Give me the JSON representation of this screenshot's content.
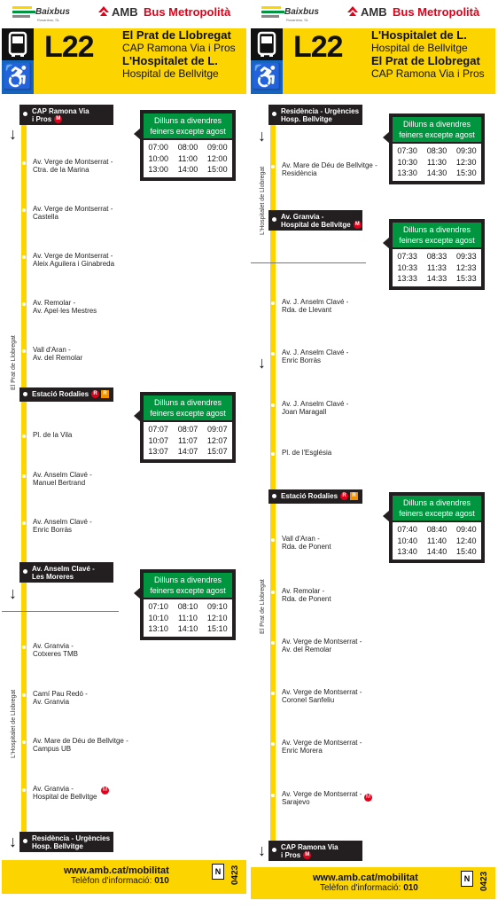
{
  "brand": {
    "operator": "Baixbus",
    "operator_sub": "Rosanbus, SL",
    "amb": "AMB",
    "network": "Bus Metropolità"
  },
  "colors": {
    "yellow": "#fcd500",
    "green": "#009640",
    "black": "#231f20",
    "red": "#e2001a",
    "blue": "#1565c0"
  },
  "icons": {
    "bus": "bus-icon",
    "wheelchair": "wheelchair-icon",
    "metro": "metro-icon",
    "rodalies": "rodalies-icon"
  },
  "left": {
    "line": "L22",
    "header": [
      "El Prat de Llobregat",
      "CAP Ramona Via i Pros",
      "L'Hospitalet de L.",
      "Hospital de Bellvitge"
    ],
    "side_top": "El Prat de Llobregat",
    "side_bottom": "L'Hospitalet de Llobregat",
    "start": "CAP Ramona Via\ni Pros",
    "stops_a": [
      "Av. Verge de Montserrat -\nCtra. de la Marina",
      "Av. Verge de Montserrat -\nCastella",
      "Av. Verge de Montserrat -\nAleix Aguilera i Ginabreda",
      "Av. Remolar -\nAv. Apel·les Mestres",
      "Vall d'Aran -\nAv. del Remolar"
    ],
    "major1": "Estació Rodalies",
    "stops_b": [
      "Pl. de la Vila",
      "Av. Anselm Clavé -\nManuel Bertrand",
      "Av. Anselm Clavé -\nEnric Borràs"
    ],
    "major2": "Av. Anselm Clavé -\nLes Moreres",
    "stops_c": [
      "Av. Granvia -\nCotxeres TMB",
      "Camí Pau Redó -\nAv. Granvia",
      "Av. Mare de Déu de Bellvitge -\nCampus UB",
      "Av. Granvia -\nHospital de Bellvitge"
    ],
    "end": "Residència - Urgències\nHosp. Bellvitge",
    "schedules": [
      {
        "title": "Dilluns a divendres\nfeiners excepte agost",
        "rows": [
          [
            "07:00",
            "08:00",
            "09:00"
          ],
          [
            "10:00",
            "11:00",
            "12:00"
          ],
          [
            "13:00",
            "14:00",
            "15:00"
          ]
        ]
      },
      {
        "title": "Dilluns a divendres\nfeiners excepte agost",
        "rows": [
          [
            "07:07",
            "08:07",
            "09:07"
          ],
          [
            "10:07",
            "11:07",
            "12:07"
          ],
          [
            "13:07",
            "14:07",
            "15:07"
          ]
        ]
      },
      {
        "title": "Dilluns a divendres\nfeiners excepte agost",
        "rows": [
          [
            "07:10",
            "08:10",
            "09:10"
          ],
          [
            "10:10",
            "11:10",
            "12:10"
          ],
          [
            "13:10",
            "14:10",
            "15:10"
          ]
        ]
      }
    ],
    "footer": {
      "url": "www.amb.cat/mobilitat",
      "tel_label": "Telèfon d'informació:",
      "tel": "010",
      "code": "0423",
      "badge": "N"
    }
  },
  "right": {
    "line": "L22",
    "header": [
      "L'Hospitalet de L.",
      "Hospital de Bellvitge",
      "El Prat de Llobregat",
      "CAP Ramona Via i Pros"
    ],
    "side_top": "L'Hospitalet de Llobregat",
    "side_bottom": "El Prat de Llobregat",
    "start": "Residència - Urgències\nHosp. Bellvitge",
    "stops_a": [
      "Av. Mare de Déu de Bellvitge -\nResidència"
    ],
    "major1": "Av. Granvia -\nHospital de Bellvitge",
    "stops_b": [
      "Av. J. Anselm Clavé -\nRda. de Llevant",
      "Av. J. Anselm Clavé -\nEnric Borràs",
      "Av. J. Anselm Clavé -\nJoan Maragall",
      "Pl. de l'Església"
    ],
    "major2": "Estació Rodalies",
    "stops_c": [
      "Vall d'Aran -\nRda. de Ponent",
      "Av. Remolar -\nRda. de Ponent",
      "Av. Verge de Montserrat -\nAv. del Remolar",
      "Av. Verge de Montserrat -\nCoronel Sanfeliu",
      "Av. Verge de Montserrat -\nEnric Morera",
      "Av. Verge de Montserrat -\nSarajevo"
    ],
    "end": "CAP Ramona Via\ni Pros",
    "schedules": [
      {
        "title": "Dilluns a divendres\nfeiners excepte agost",
        "rows": [
          [
            "07:30",
            "08:30",
            "09:30"
          ],
          [
            "10:30",
            "11:30",
            "12:30"
          ],
          [
            "13:30",
            "14:30",
            "15:30"
          ]
        ]
      },
      {
        "title": "Dilluns a divendres\nfeiners excepte agost",
        "rows": [
          [
            "07:33",
            "08:33",
            "09:33"
          ],
          [
            "10:33",
            "11:33",
            "12:33"
          ],
          [
            "13:33",
            "14:33",
            "15:33"
          ]
        ]
      },
      {
        "title": "Dilluns a divendres\nfeiners excepte agost",
        "rows": [
          [
            "07:40",
            "08:40",
            "09:40"
          ],
          [
            "10:40",
            "11:40",
            "12:40"
          ],
          [
            "13:40",
            "14:40",
            "15:40"
          ]
        ]
      }
    ],
    "footer": {
      "url": "www.amb.cat/mobilitat",
      "tel_label": "Telèfon d'informació:",
      "tel": "010",
      "code": "0423",
      "badge": "N"
    }
  }
}
